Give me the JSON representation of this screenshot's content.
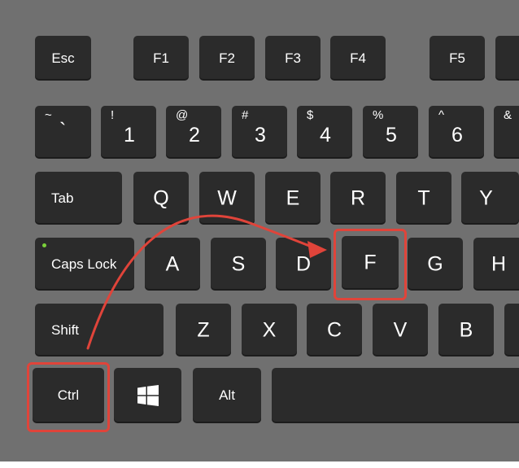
{
  "row_fn": {
    "esc": "Esc",
    "f1": "F1",
    "f2": "F2",
    "f3": "F3",
    "f4": "F4",
    "f5": "F5"
  },
  "row_num": [
    {
      "top": "~",
      "main": "`"
    },
    {
      "top": "!",
      "main": "1"
    },
    {
      "top": "@",
      "main": "2"
    },
    {
      "top": "#",
      "main": "3"
    },
    {
      "top": "$",
      "main": "4"
    },
    {
      "top": "%",
      "main": "5"
    },
    {
      "top": "^",
      "main": "6"
    },
    {
      "top": "&",
      "main": ""
    }
  ],
  "row_tab": {
    "tab": "Tab",
    "letters": [
      "Q",
      "W",
      "E",
      "R",
      "T",
      "Y"
    ]
  },
  "row_caps": {
    "caps": "Caps Lock",
    "letters": [
      "A",
      "S",
      "D",
      "F",
      "G",
      "H"
    ]
  },
  "row_shift": {
    "shift": "Shift",
    "letters": [
      "Z",
      "X",
      "C",
      "V",
      "B"
    ]
  },
  "row_bottom": {
    "ctrl": "Ctrl",
    "alt": "Alt"
  },
  "colors": {
    "highlight": "#e0443a",
    "arrow": "#e0443a",
    "key": "#2b2b2b",
    "plate": "#707070",
    "caps_led": "#7ad13a"
  },
  "icons": {
    "windows_key": "windows-logo-icon"
  }
}
